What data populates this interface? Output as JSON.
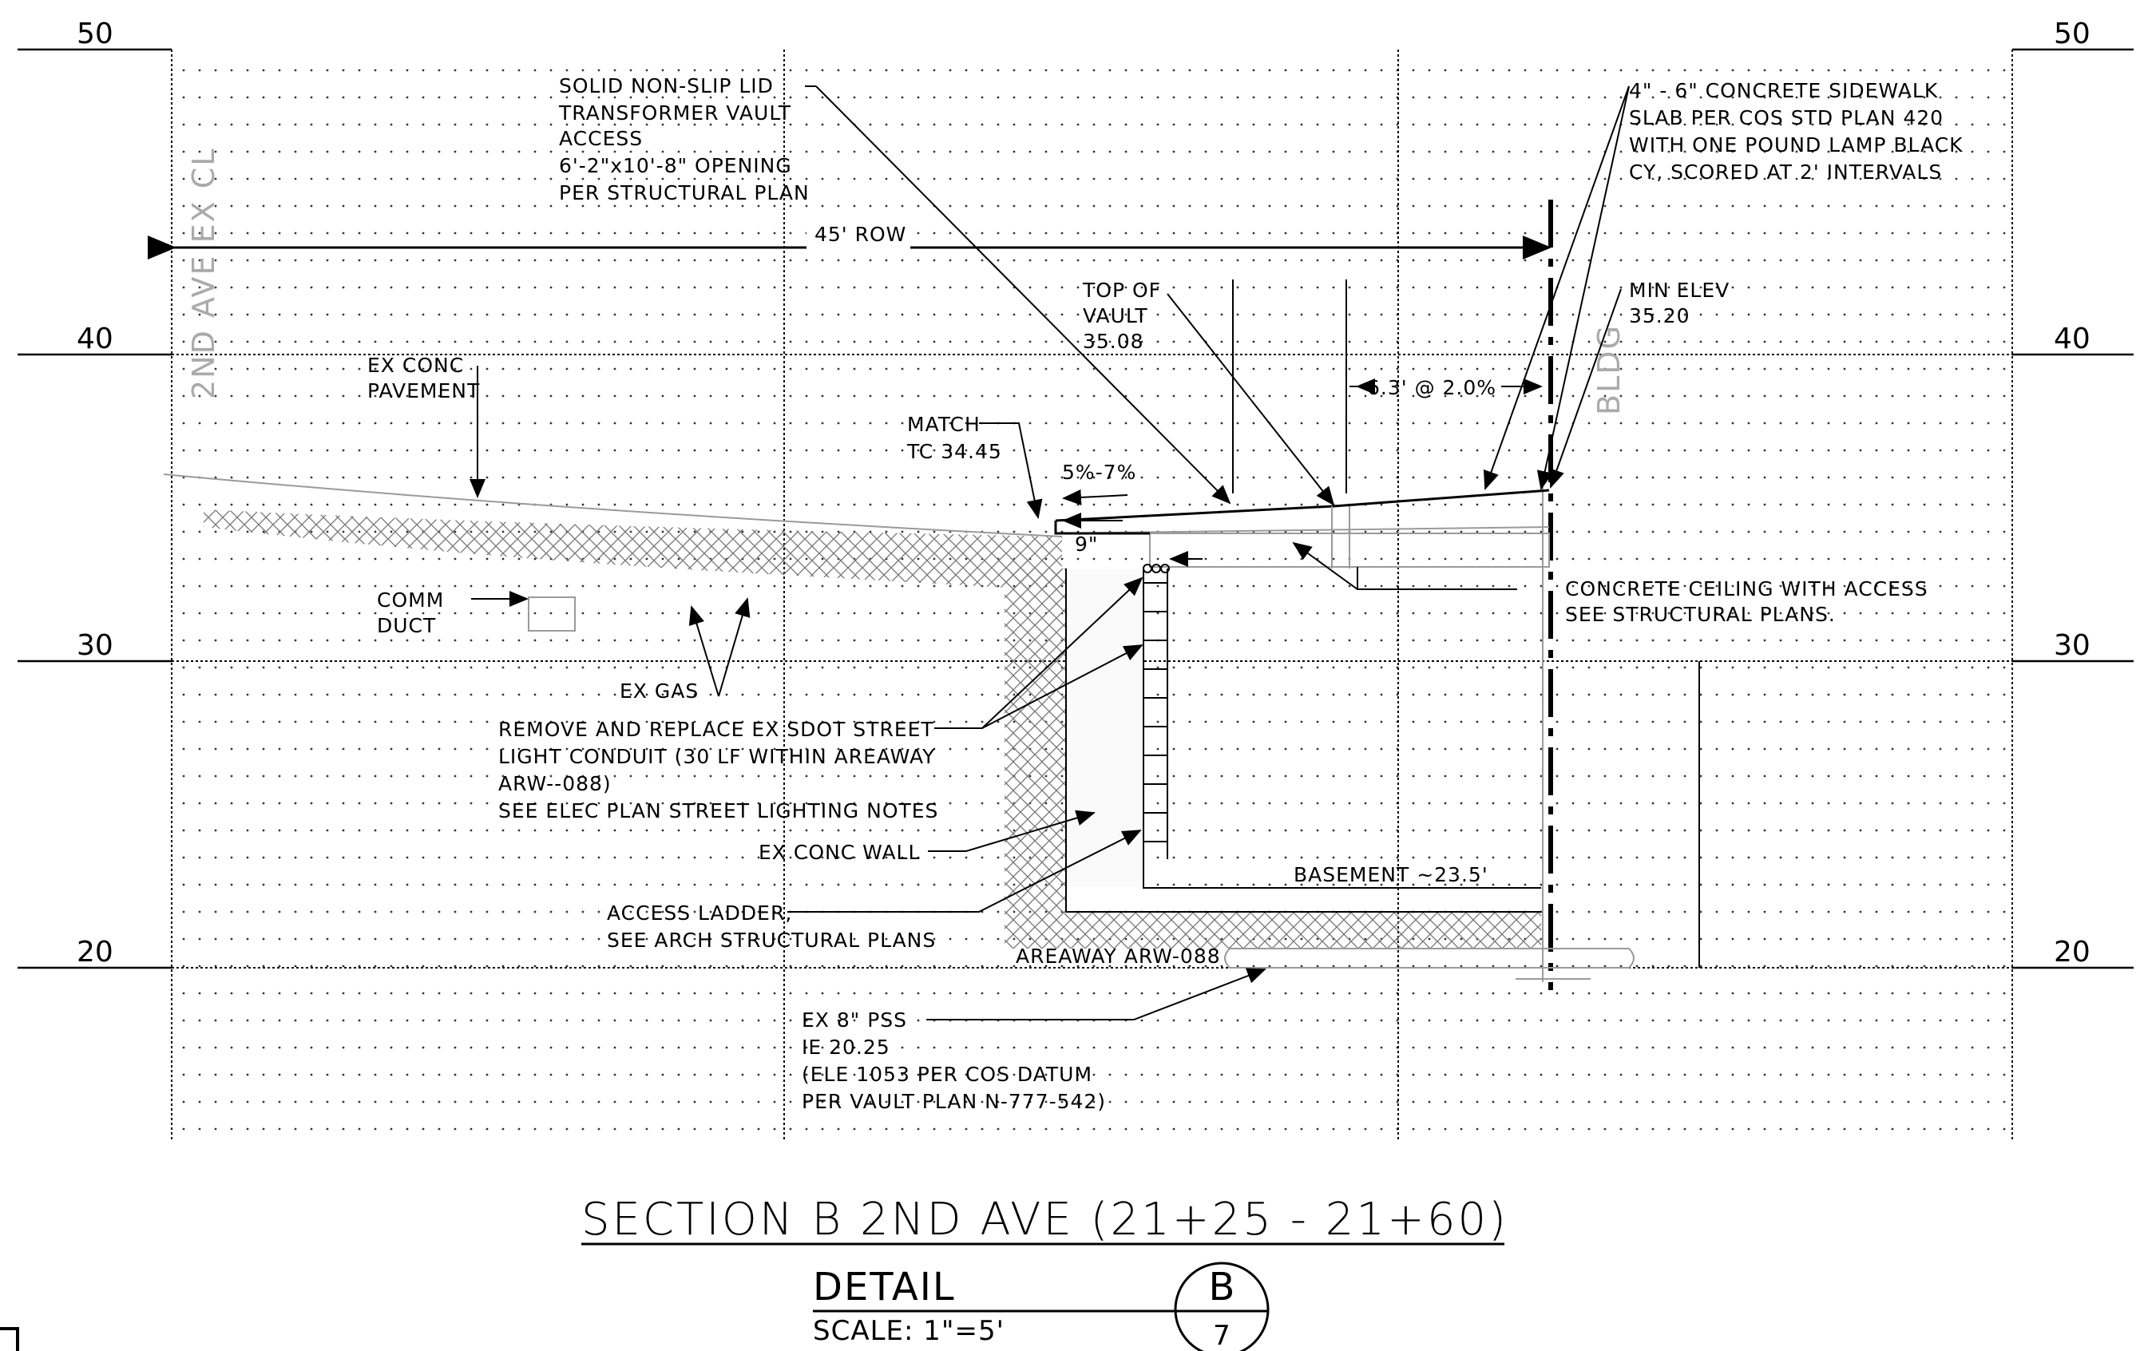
{
  "elevations": {
    "left": [
      "50",
      "40",
      "30",
      "20"
    ],
    "right": [
      "50",
      "40",
      "30",
      "20"
    ]
  },
  "labels": {
    "lid": [
      "SOLID NON-SLIP LID",
      "TRANSFORMER VAULT",
      "ACCESS",
      "6'-2\"x10'-8\" OPENING",
      "PER STRUCTURAL PLAN"
    ],
    "sidewalk": [
      "4\" - 6\" CONCRETE SIDEWALK",
      "SLAB PER COS STD PLAN 420",
      "WITH ONE POUND LAMP BLACK",
      "CY, SCORED AT 2' INTERVALS"
    ],
    "row": "45' ROW",
    "centerline": "2ND AVE EX CL",
    "bldg": "BLDG",
    "top_vault": [
      "TOP OF",
      "VAULT",
      "35.08"
    ],
    "min_elev": [
      "MIN ELEV",
      "35.20"
    ],
    "slope_walk": "6.3' @ 2.0%",
    "ex_conc_pav": [
      "EX CONC",
      "PAVEMENT"
    ],
    "match": [
      "MATCH",
      "TC 34.45"
    ],
    "slope_curb": "5%-7%",
    "curb_dim": "9\"",
    "ceiling": [
      "CONCRETE CEILING WITH ACCESS",
      "SEE STRUCTURAL PLANS."
    ],
    "comm": [
      "COMM",
      "DUCT"
    ],
    "gas": "EX GAS",
    "conduit": [
      "REMOVE AND REPLACE EX SDOT STREET",
      "LIGHT CONDUIT (30 LF WITHIN AREAWAY",
      "ARW--088)",
      "SEE ELEC PLAN STREET LIGHTING NOTES"
    ],
    "wall": "EX CONC WALL",
    "ladder": [
      "ACCESS LADDER,",
      "SEE ARCH STRUCTURAL PLANS"
    ],
    "basement": "BASEMENT ~23.5'",
    "areaway": "AREAWAY ARW-088",
    "pss": [
      "EX 8\" PSS",
      "IE 20.25",
      "(ELE 1053 PER COS DATUM",
      "PER VAULT PLAN N-777-542)"
    ]
  },
  "title": {
    "section": "SECTION B 2ND AVE  (21+25 - 21+60)",
    "detail": "DETAIL",
    "scale": "SCALE: 1\"=5'",
    "bubble_letter": "B",
    "bubble_sheet": "7"
  }
}
